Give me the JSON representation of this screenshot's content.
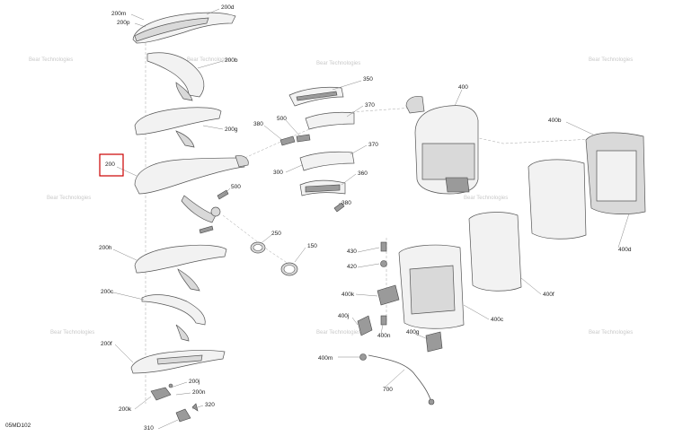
{
  "diagram": {
    "code": "05MD102",
    "highlight_color": "#cc0000",
    "highlighted_callout": "200",
    "watermark": "Bear Technologies",
    "callouts": [
      {
        "id": "c-200m",
        "text": "200m"
      },
      {
        "id": "c-200p",
        "text": "200p"
      },
      {
        "id": "c-200d",
        "text": "200d"
      },
      {
        "id": "c-200b",
        "text": "200b"
      },
      {
        "id": "c-200g",
        "text": "200g"
      },
      {
        "id": "c-200",
        "text": "200"
      },
      {
        "id": "c-500a",
        "text": "500"
      },
      {
        "id": "c-250",
        "text": "250"
      },
      {
        "id": "c-150",
        "text": "150"
      },
      {
        "id": "c-200h",
        "text": "200h"
      },
      {
        "id": "c-200c",
        "text": "200c"
      },
      {
        "id": "c-200f",
        "text": "200f"
      },
      {
        "id": "c-200j",
        "text": "200j"
      },
      {
        "id": "c-200n",
        "text": "200n"
      },
      {
        "id": "c-200k",
        "text": "200k"
      },
      {
        "id": "c-320",
        "text": "320"
      },
      {
        "id": "c-310",
        "text": "310"
      },
      {
        "id": "c-350",
        "text": "350"
      },
      {
        "id": "c-370a",
        "text": "370"
      },
      {
        "id": "c-380a",
        "text": "380"
      },
      {
        "id": "c-500b",
        "text": "500"
      },
      {
        "id": "c-370b",
        "text": "370"
      },
      {
        "id": "c-300",
        "text": "300"
      },
      {
        "id": "c-360",
        "text": "360"
      },
      {
        "id": "c-380b",
        "text": "380"
      },
      {
        "id": "c-400",
        "text": "400"
      },
      {
        "id": "c-400b",
        "text": "400b"
      },
      {
        "id": "c-400d",
        "text": "400d"
      },
      {
        "id": "c-400f",
        "text": "400f"
      },
      {
        "id": "c-400c",
        "text": "400c"
      },
      {
        "id": "c-430",
        "text": "430"
      },
      {
        "id": "c-420",
        "text": "420"
      },
      {
        "id": "c-400k",
        "text": "400k"
      },
      {
        "id": "c-400j",
        "text": "400j"
      },
      {
        "id": "c-400n",
        "text": "400n"
      },
      {
        "id": "c-400g",
        "text": "400g"
      },
      {
        "id": "c-400m",
        "text": "400m"
      },
      {
        "id": "c-700",
        "text": "700"
      }
    ]
  }
}
